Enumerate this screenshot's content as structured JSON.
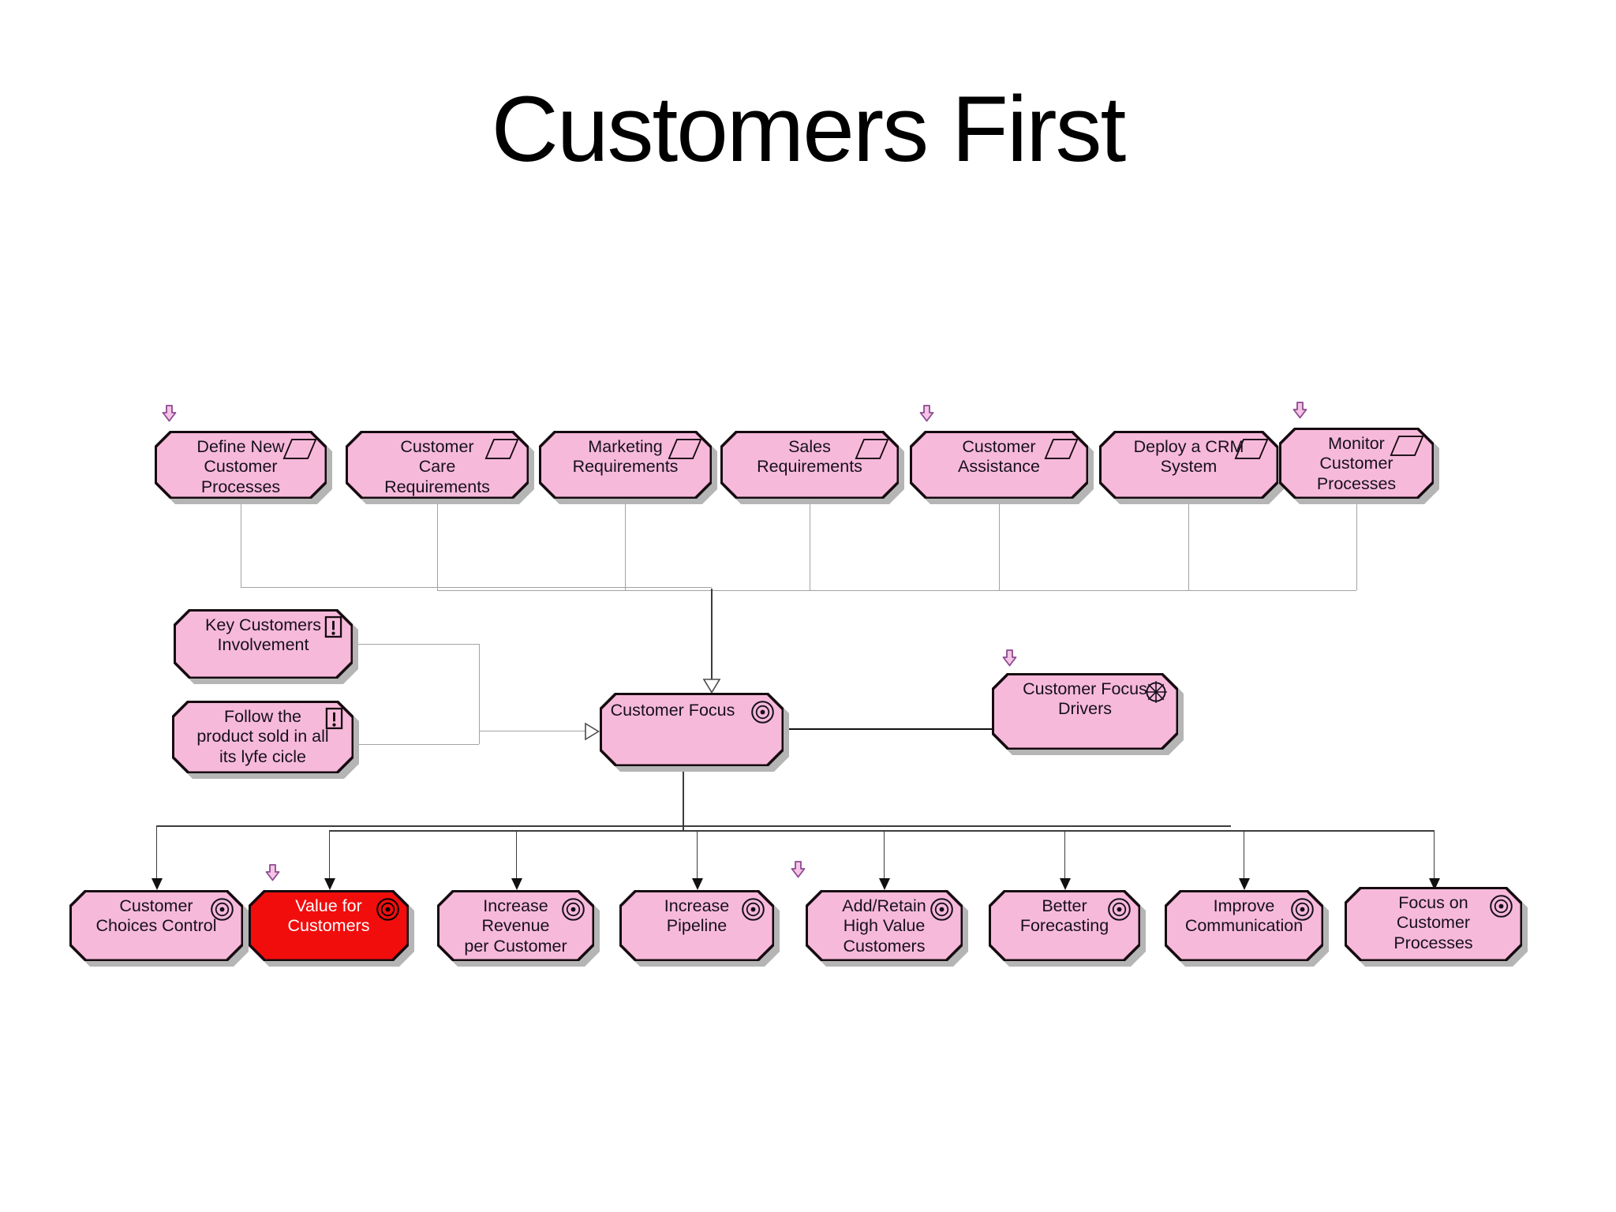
{
  "title": "Customers First",
  "colors": {
    "node_fill": "#f7b9da",
    "node_border": "#150a10",
    "node_text": "#16101e",
    "highlight_fill": "#f20d0d",
    "highlight_text": "#ffffff",
    "shadow": "#b5b5b5",
    "line_gray": "#a3a3a3",
    "line_dark": "#3c3c3c",
    "assoc": "#111111",
    "marker_fill": "#f6c4e4",
    "marker_stroke": "#8d4a92"
  },
  "icons": {
    "top_row": "deliverable-icon (parallelogram)",
    "principle": "principle-icon (exclamation in box)",
    "goal": "goal-icon (concentric circles with dot)",
    "driver": "driver-icon (steering wheel)",
    "marker": "down-arrow-marker-icon"
  },
  "nodes": {
    "top_row": [
      {
        "label": "Define New\nCustomer\nProcesses"
      },
      {
        "label": "Customer\nCare\nRequirements"
      },
      {
        "label": "Marketing\nRequirements"
      },
      {
        "label": "Sales\nRequirements"
      },
      {
        "label": "Customer\nAssistance"
      },
      {
        "label": "Deploy a CRM\nSystem"
      },
      {
        "label": "Monitor\nCustomer\nProcesses"
      }
    ],
    "principles": [
      {
        "label": "Key Customers\nInvolvement"
      },
      {
        "label": "Follow the\nproduct sold in all\nits lyfe cicle"
      }
    ],
    "center": {
      "label": "Customer Focus"
    },
    "driver": {
      "label": "Customer Focus\nDrivers"
    },
    "goals": [
      {
        "label": "Customer\nChoices Control"
      },
      {
        "label": "Value for\nCustomers",
        "highlight": true
      },
      {
        "label": "Increase\nRevenue\nper Customer"
      },
      {
        "label": "Increase\nPipeline"
      },
      {
        "label": "Add/Retain\nHigh Value\nCustomers"
      },
      {
        "label": "Better\nForecasting"
      },
      {
        "label": "Improve\nCommunication"
      },
      {
        "label": "Focus on\nCustomer\nProcesses"
      }
    ]
  }
}
